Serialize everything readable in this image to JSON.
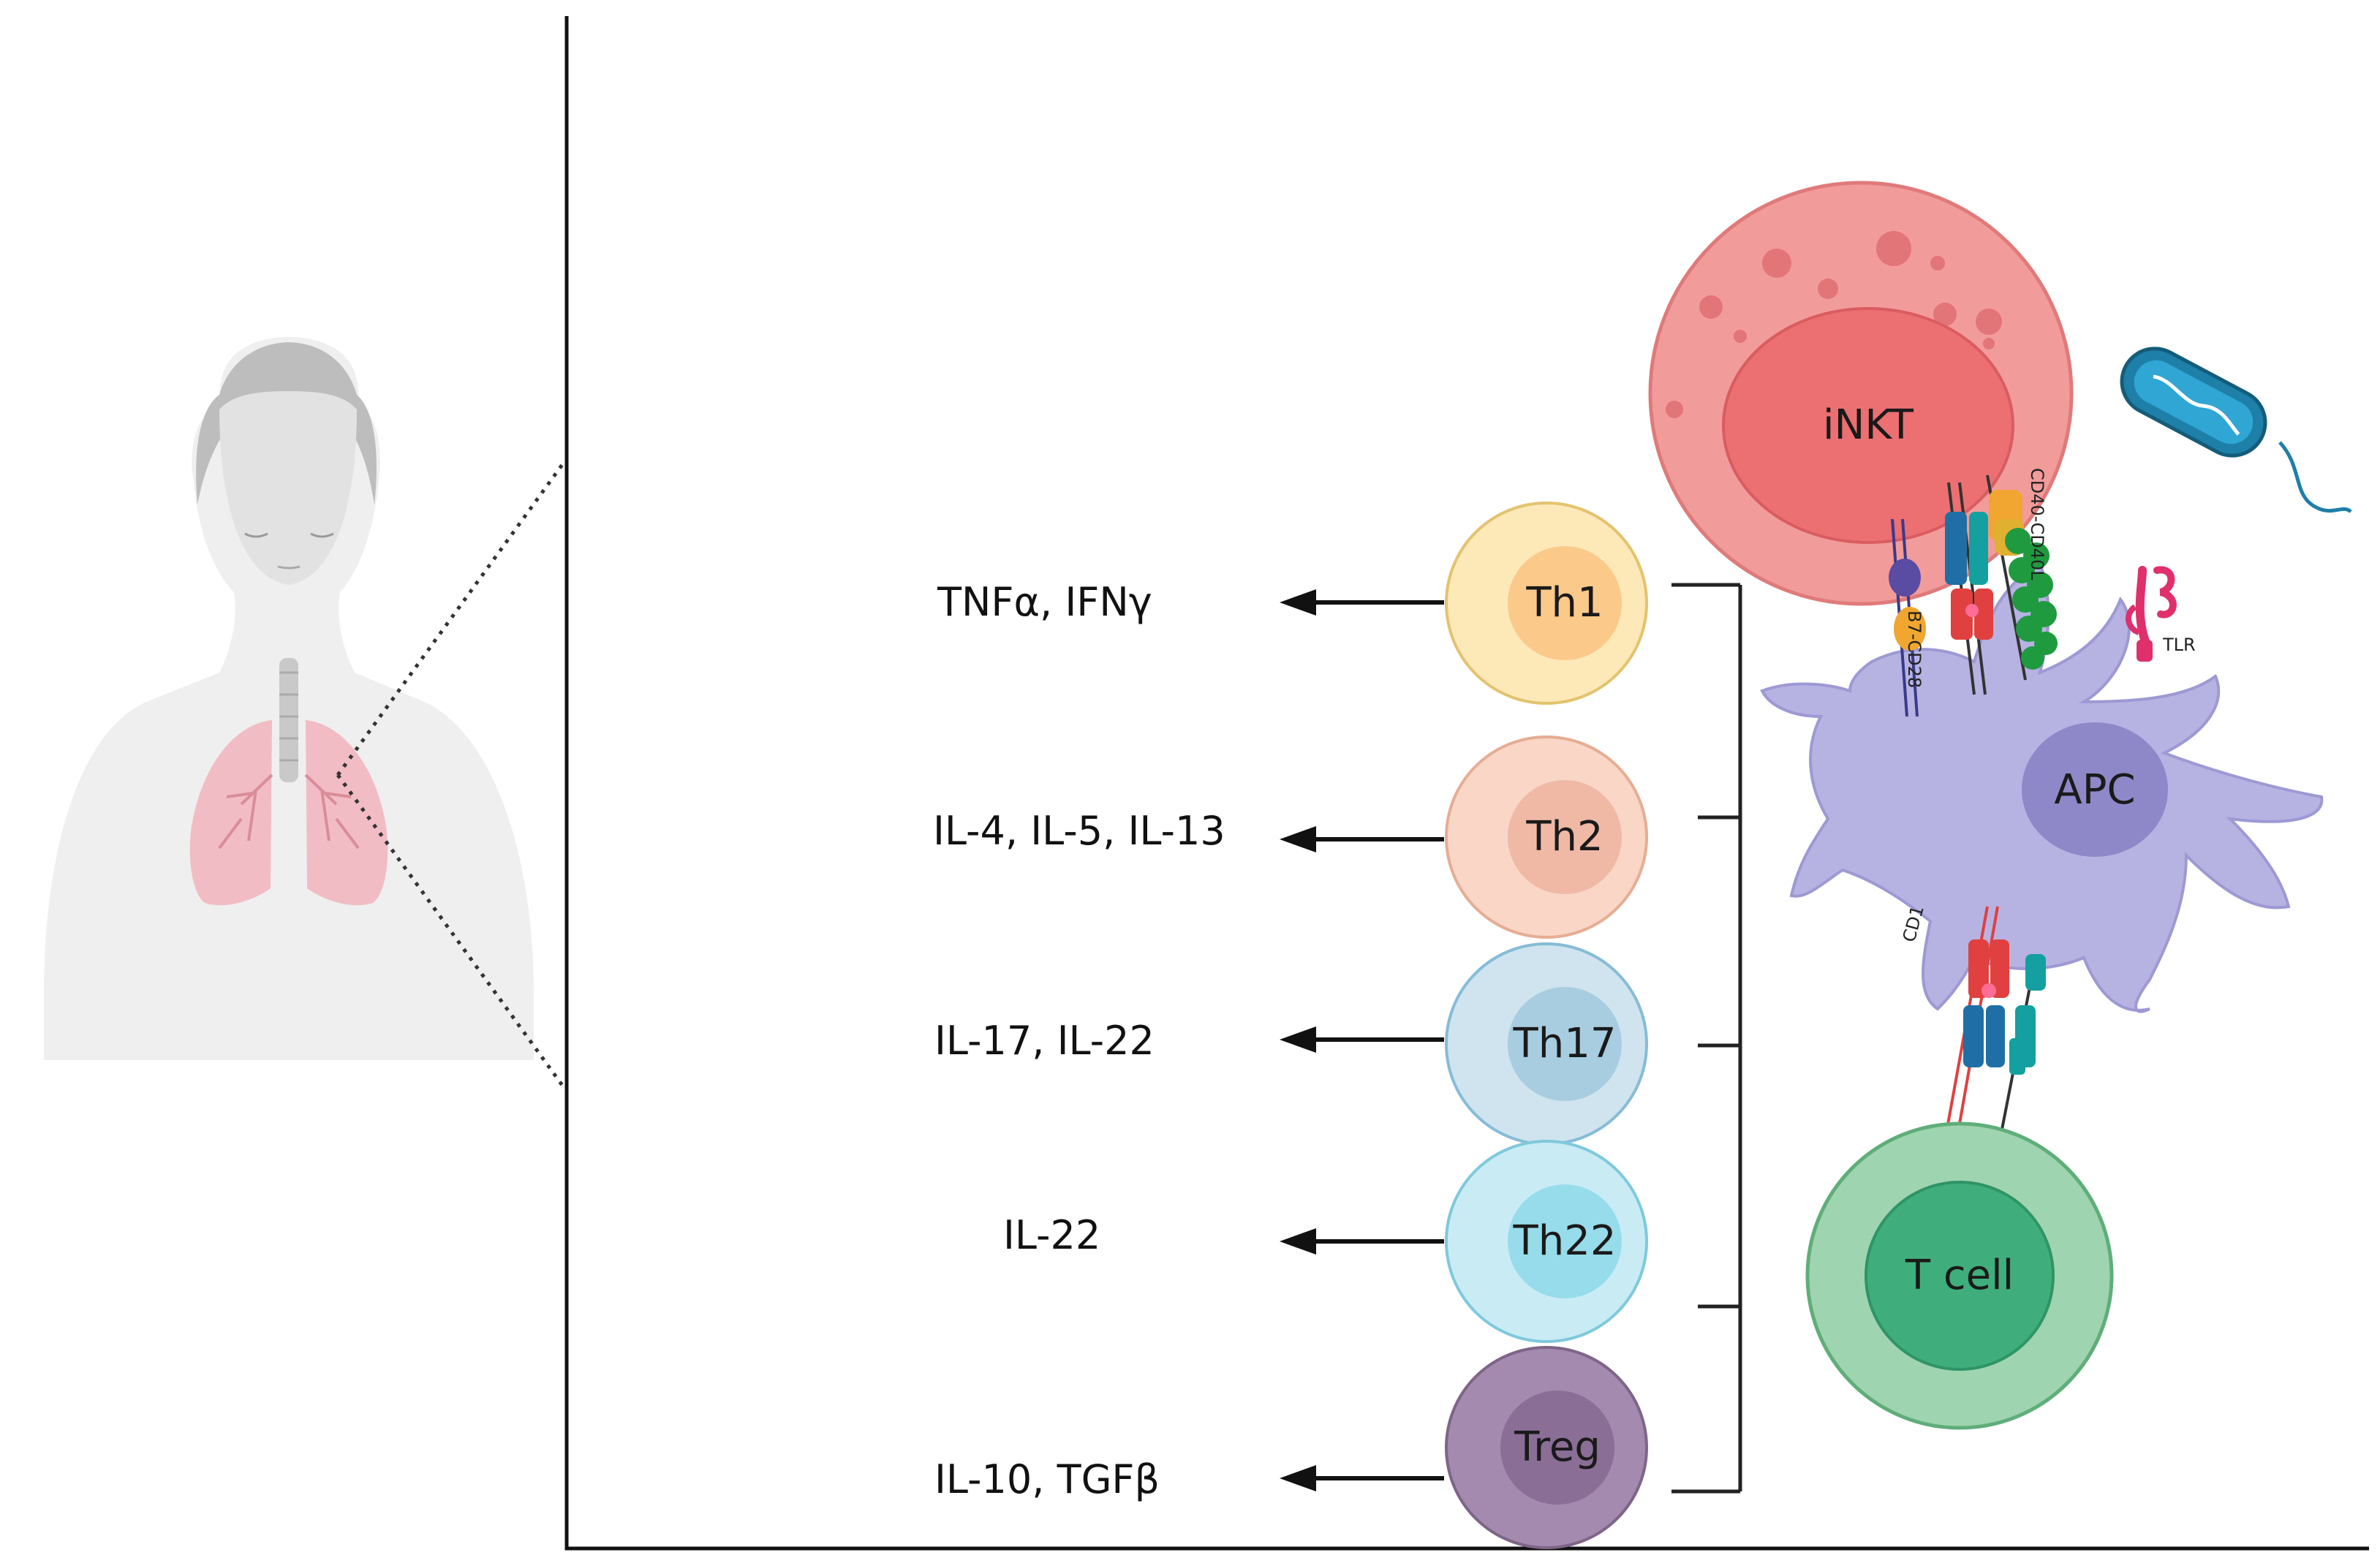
{
  "colors": {
    "th1_outer": "#fde8b8",
    "th1_inner": "#fbc98a",
    "th2_outer": "#f9d6c6",
    "th2_inner": "#efb9a6",
    "th17_outer": "#cfe4ef",
    "th17_inner": "#a8cde0",
    "th22_outer": "#c9ecf4",
    "th22_inner": "#97dceb",
    "treg_outer": "#a48aae",
    "treg_inner": "#8a6e95",
    "inkt_outer": "#f29b9b",
    "inkt_inner": "#ec6f72",
    "apc": "#b6b3e2",
    "apc_nucleus": "#8e88c8",
    "tcell_outer": "#9fd4b0",
    "tcell_inner": "#3fae7c",
    "bacterium": "#1e7fa8"
  },
  "icons": [
    "human-body-icon",
    "lungs-icon",
    "bacterium-icon",
    "tlr-receptor-icon"
  ],
  "cells": {
    "th1": "Th1",
    "th2": "Th2",
    "th17": "Th17",
    "th22": "Th22",
    "treg": "Treg",
    "inkt": "iNKT",
    "apc": "APC",
    "tcell": "T cell"
  },
  "cytokines": {
    "th1": "TNFα, IFNγ",
    "th2": "IL-4, IL-5, IL-13",
    "th17": "IL-17, IL-22",
    "th22": "IL-22",
    "treg": "IL-10, TGFβ"
  },
  "receptors": {
    "b7_cd28": "B7-CD28",
    "cd40_cd40l": "CD40-CD40L",
    "tlr": "TLR",
    "cd1": "CD1"
  }
}
